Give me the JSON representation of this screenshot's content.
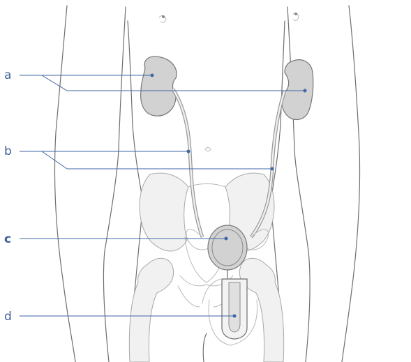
{
  "labels": {
    "a": "a",
    "b": "b",
    "c": "c",
    "d": "d"
  },
  "colors": {
    "leader": "#3f66a6",
    "label": "#3c5f9a",
    "organ_fill": "#d2d2d2",
    "outline": "#6e6e6e"
  }
}
